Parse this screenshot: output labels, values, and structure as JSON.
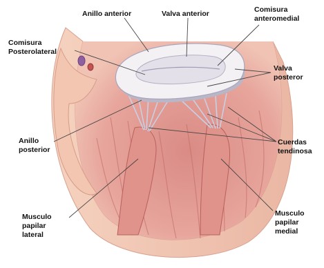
{
  "labels": {
    "anillo_anterior": "Anillo anterior",
    "valva_anterior": "Valva anterior",
    "comisura_anteromedial": [
      "Comisura",
      "anteromedial"
    ],
    "comisura_posterolateral": [
      "Comisura",
      "Posterolateral"
    ],
    "valva_posterior": [
      "Valva",
      "posteror"
    ],
    "anillo_posterior": [
      "Anillo",
      "posterior"
    ],
    "cuerdas_tendinosas": [
      "Cuerdas",
      "tendinosa"
    ],
    "musculo_papilar_lateral": [
      "Musculo",
      "papilar",
      "lateral"
    ],
    "musculo_papilar_medial": [
      "Musculo",
      "papilar",
      "medial"
    ]
  },
  "colors": {
    "muscle": "#e8a29a",
    "muscle_dark": "#c9716c",
    "wall": "#f2c9b5",
    "valve": "#f4f1f4",
    "valve_shadow": "#b9b6c8",
    "chordae": "#c9cfe4",
    "leader_line": "#444444",
    "label_text": "#111111"
  }
}
